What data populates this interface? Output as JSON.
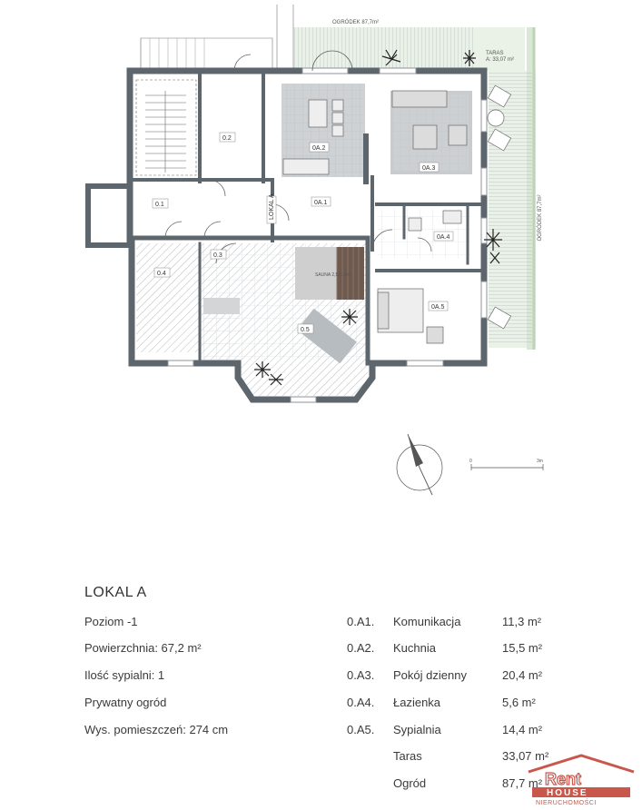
{
  "plan": {
    "garden_top_label": "OGRÓDEK 87,7m²",
    "garden_right_label": "OGRÓDEK 87,7m²",
    "terrace_label_line1": "TARAS",
    "terrace_label_line2": "A: 33,07 m²",
    "sauna_label": "SAUNA 2,5x1,4m",
    "scale_start": "0",
    "scale_end": "3m",
    "rooms": [
      {
        "tag": "0.2"
      },
      {
        "tag": "0A.2"
      },
      {
        "tag": "0A.3"
      },
      {
        "tag": "0.1"
      },
      {
        "tag": "0A.1"
      },
      {
        "tag": "0A.4"
      },
      {
        "tag": "0.4"
      },
      {
        "tag": "0.3"
      },
      {
        "tag": "0.5"
      },
      {
        "tag": "0A.5"
      },
      {
        "tag": "LOKAL A"
      }
    ]
  },
  "listing": {
    "title": "LOKAL A",
    "attributes": [
      "Poziom -1",
      "Powierzchnia: 67,2 m²",
      "Ilość sypialni: 1",
      "Prywatny ogród",
      "Wys. pomieszczeń: 274 cm"
    ],
    "rooms": [
      {
        "code": "0.A1.",
        "name": "Komunikacja",
        "area": "11,3 m²"
      },
      {
        "code": "0.A2.",
        "name": "Kuchnia",
        "area": "15,5 m²"
      },
      {
        "code": "0.A3.",
        "name": "Pokój dzienny",
        "area": "20,4 m²"
      },
      {
        "code": "0.A4.",
        "name": "Łazienka",
        "area": "5,6 m²"
      },
      {
        "code": "0.A5.",
        "name": "Sypialnia",
        "area": "14,4 m²"
      },
      {
        "code": "",
        "name": "Taras",
        "area": "33,07 m²"
      },
      {
        "code": "",
        "name": "Ogród",
        "area": "87,7 m²"
      }
    ]
  },
  "logo": {
    "word1": "Rent",
    "word2": "HOUSE",
    "word3": "NIERUCHOMOŚCI"
  },
  "colors": {
    "wall": "#5d656d",
    "garden": "#e9f0e6",
    "tile": "#c9cccd",
    "logo_red": "#c0392b"
  }
}
